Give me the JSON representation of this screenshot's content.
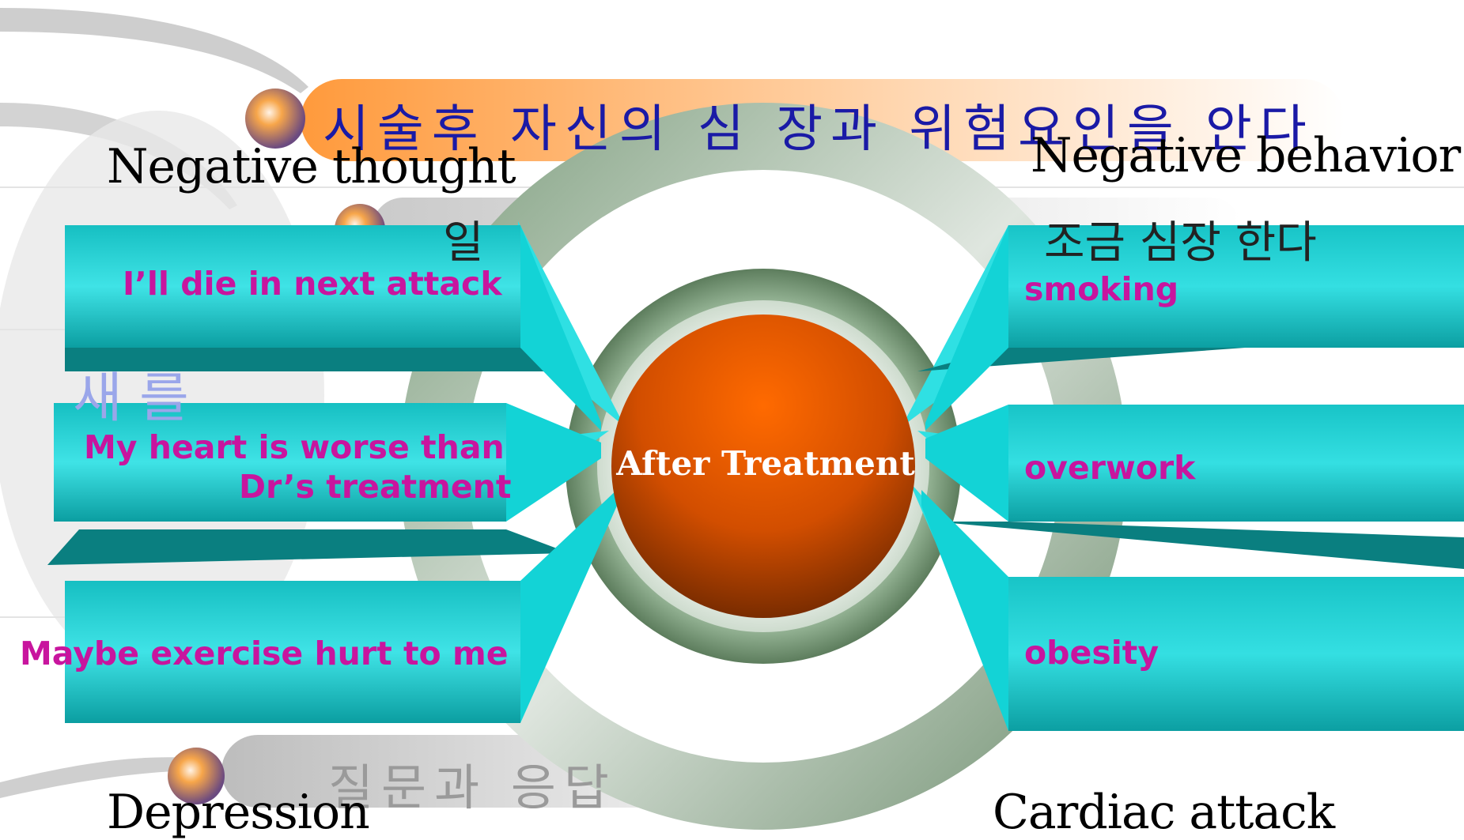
{
  "title_ko": "시술후 자신의 심 장과 위험요인을 안다",
  "left_label_top": "Negative thought",
  "right_label_top": "Negative behavior",
  "left_label_bottom": "Depression",
  "right_label_bottom": "Cardiac attack",
  "center": "After  Treatment",
  "left_items": [
    "I’ll die  in next attack",
    "My heart is worse than",
    "Dr’s treatment",
    "Maybe exercise  hurt to me"
  ],
  "right_items": [
    "smoking",
    "overwork",
    "obesity"
  ],
  "faded_left_ko": "새 를",
  "partial_left_ko": "일",
  "partial_right_ko": "조금  심장 한다",
  "bottom_ko": "질문과 응답",
  "colors": {
    "box_cyan": "#10c8cc",
    "box_dark": "#0a7f80",
    "center_orange": "#f26a00",
    "center_dark": "#7a2a00",
    "text_magenta": "#c8159e",
    "title_blue": "#1a1aa6"
  }
}
